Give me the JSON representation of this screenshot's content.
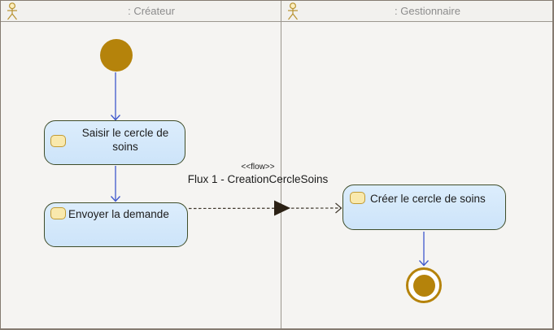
{
  "diagram_type": "uml-activity-swimlane",
  "lanes": [
    {
      "title": ": Créateur",
      "icon": "actor-icon"
    },
    {
      "title": ": Gestionnaire",
      "icon": "actor-icon"
    }
  ],
  "actions": [
    {
      "label": "Saisir le cercle de soins",
      "lane": ": Créateur",
      "icon": "action-icon"
    },
    {
      "label": "Envoyer la demande",
      "lane": ": Créateur",
      "icon": "action-icon"
    },
    {
      "label": "Créer le cercle de soins",
      "lane": ": Gestionnaire",
      "icon": "action-icon"
    }
  ],
  "nodes": {
    "initial": "initial-node",
    "final": "activity-final-node"
  },
  "flow": {
    "stereotype": "<<flow>>",
    "name": "Flux 1 - CreationCercleSoins",
    "from": "Envoyer la demande",
    "to": "Créer le cercle de soins"
  },
  "colors": {
    "canvas_bg": "#f5f4f2",
    "header_bg": "#f2f1ee",
    "lane_border": "#9c978f",
    "node_fill": "#d2e7fa",
    "node_border": "#3f4d29",
    "initial_final": "#b5830b",
    "control_flow_arrow": "#3d57cc",
    "object_flow_dash": "#3f372c",
    "flow_arrowhead": "#2b2115",
    "icon_fill": "#f9e9ad",
    "icon_border": "#c19b34",
    "header_text": "#8c8c8c",
    "node_text": "#1c1c1c"
  }
}
